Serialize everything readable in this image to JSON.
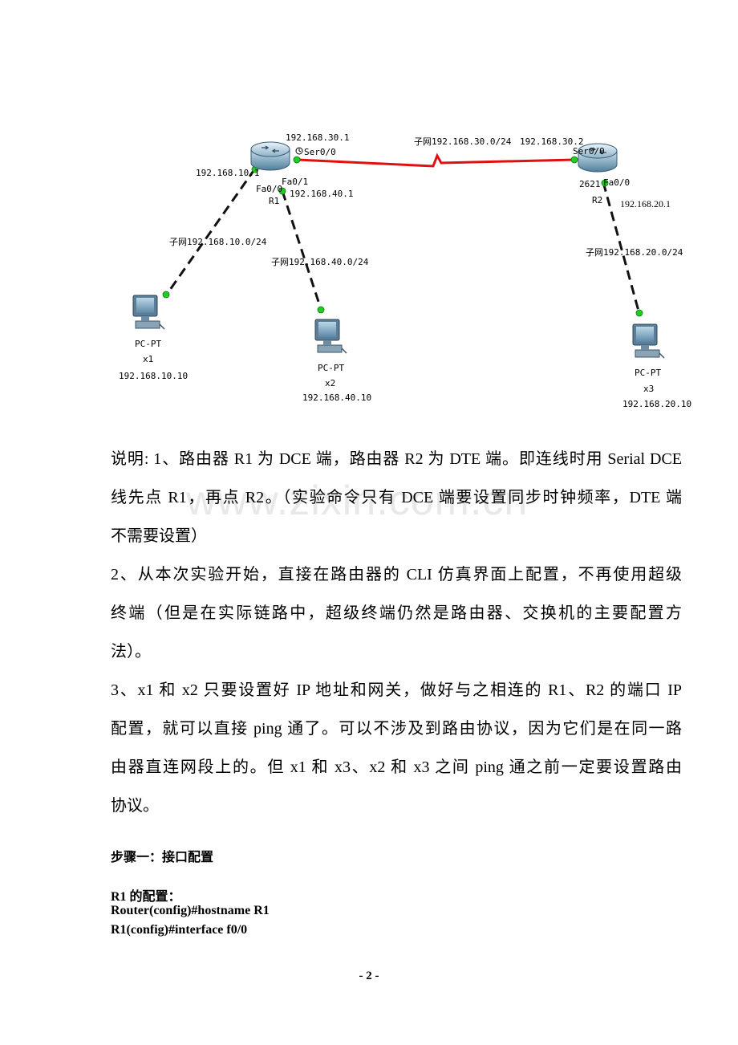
{
  "topology": {
    "r1": {
      "name": "R1",
      "ser_ip": "192.168.30.1",
      "ser_port": "Ser0/0",
      "fa00_ip": "192.168.10.1",
      "fa00_port": "Fa0/0",
      "fa01_port": "Fa0/1",
      "fa01_ip": "192.168.40.1"
    },
    "r2": {
      "name": "R2",
      "model": "2621",
      "ser_ip": "192.168.30.2",
      "ser_port": "Ser0/0",
      "fa00_port": "Fa0/0",
      "fa00_ip": "192.168.20.1"
    },
    "links": {
      "serial_subnet": "子网192.168.30.0/24",
      "subnet_10": "子网192.168.10.0/24",
      "subnet_40": "子网192.168.40.0/24",
      "subnet_20": "子网192.168.20.0/24"
    },
    "pcs": [
      {
        "type": "PC-PT",
        "name": "x1",
        "ip": "192.168.10.10"
      },
      {
        "type": "PC-PT",
        "name": "x2",
        "ip": "192.168.40.10"
      },
      {
        "type": "PC-PT",
        "name": "x3",
        "ip": "192.168.20.10"
      }
    ],
    "colors": {
      "serial_link": "#e01010",
      "port_dot": "#22cc22"
    }
  },
  "notes": {
    "note1": [
      "说明: 1、路由器 R1 为 DCE 端，路由器 R2 为 DTE 端。即连线时用 Serial DCE",
      "线先点 R1，再点 R2。（实验命令只有 DCE 端要设置同步时钟频率，DTE 端",
      "不需要设置）"
    ],
    "note2": [
      "2、从本次实验开始，直接在路由器的 CLI 仿真界面上配置，不再使用超级",
      "终端（但是在实际链路中，超级终端仍然是路由器、交换机的主要配置方",
      "法）。"
    ],
    "note3": [
      "3、x1 和 x2 只要设置好 IP 地址和网关，做好与之相连的 R1、R2 的端口 IP",
      "配置，就可以直接 ping 通了。可以不涉及到路由协议，因为它们是在同一路",
      "由器直连网段上的。但 x1 和 x3、x2 和 x3 之间 ping 通之前一定要设置路由",
      "协议。"
    ]
  },
  "step1_heading": "步骤一：接口配置",
  "r1_config_heading": "R1 的配置：",
  "commands": [
    "Router(config)#hostname R1",
    "R1(config)#interface f0/0"
  ],
  "watermark": "www.zixin.com.cn",
  "page_number": "- 2 -"
}
